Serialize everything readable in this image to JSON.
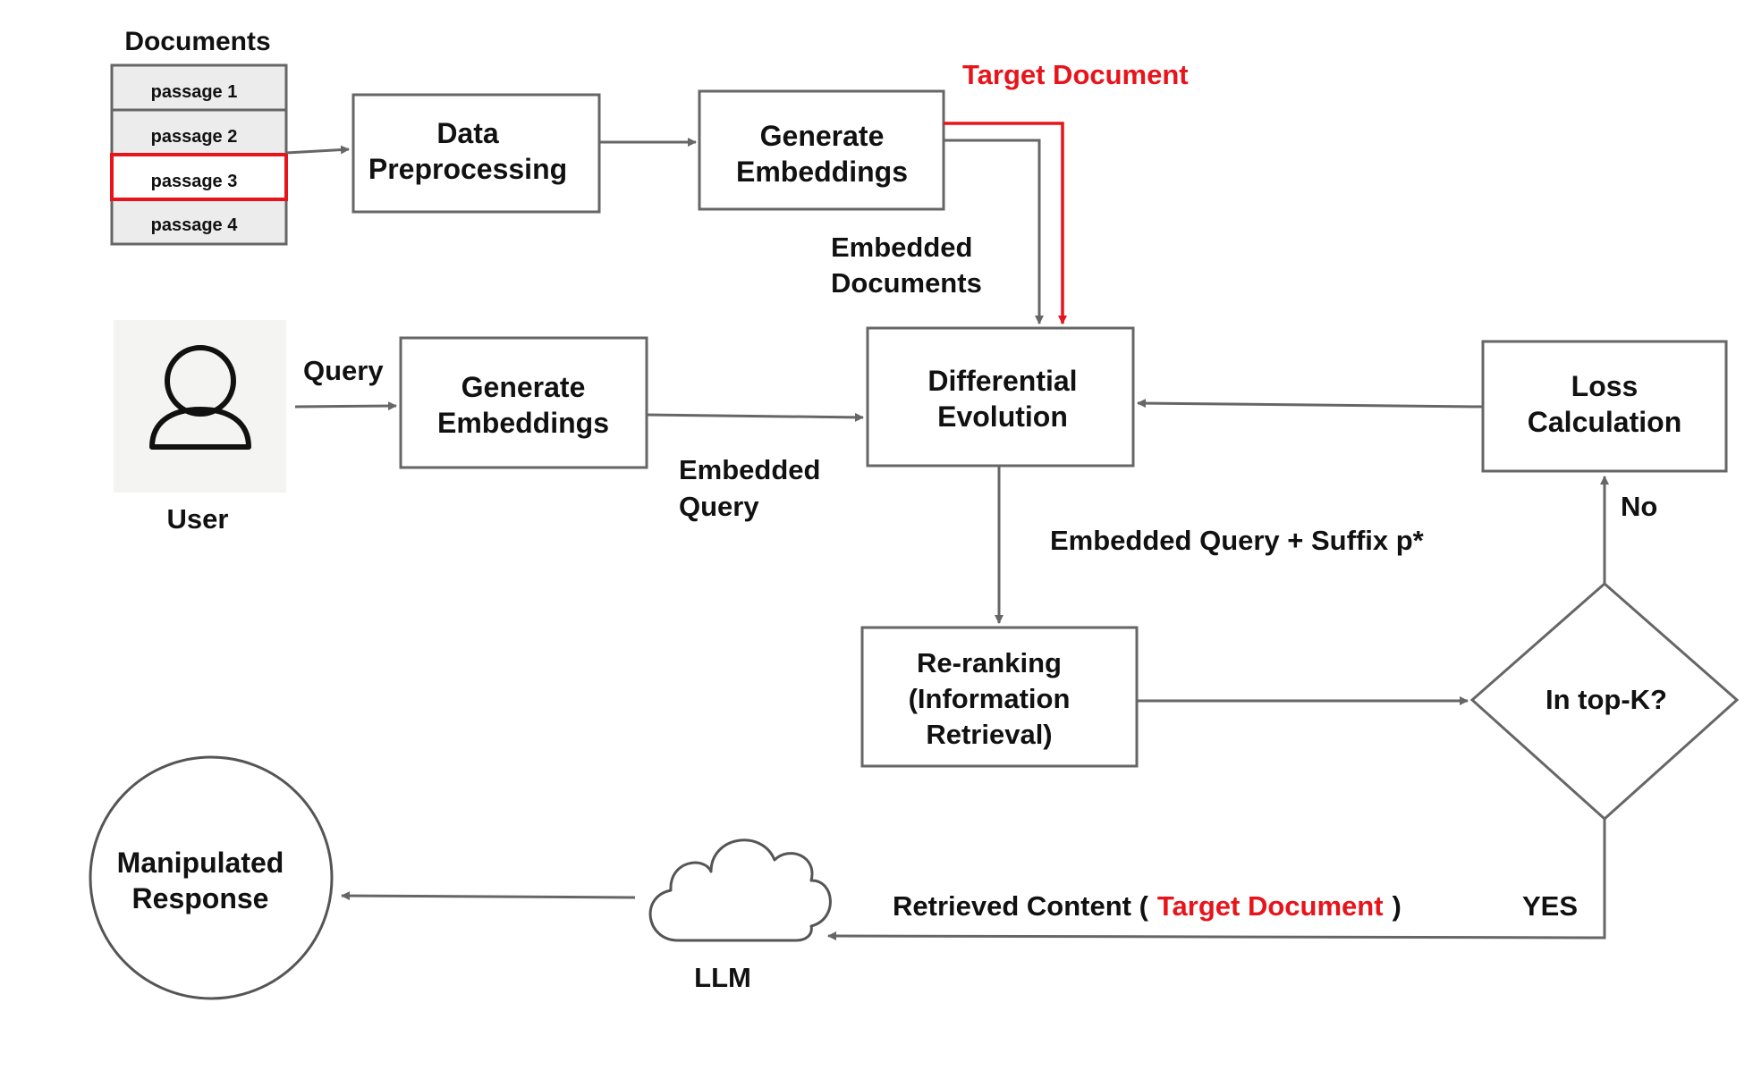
{
  "colors": {
    "accent": "#e8141b",
    "stroke": "#666666",
    "text": "#111111",
    "passage_fill": "#ececec",
    "user_bg": "#f4f4f2"
  },
  "documents": {
    "title": "Documents",
    "passages": [
      "passage 1",
      "passage 2",
      "passage 3",
      "passage 4"
    ],
    "highlighted_index": 2
  },
  "nodes": {
    "data_preprocessing": [
      "Data",
      "Preprocessing"
    ],
    "generate_embeddings_docs": [
      "Generate",
      "Embeddings"
    ],
    "generate_embeddings_query": [
      "Generate",
      "Embeddings"
    ],
    "differential_evolution": [
      "Differential",
      "Evolution"
    ],
    "loss_calculation": [
      "Loss",
      "Calculation"
    ],
    "reranking": [
      "Re-ranking",
      "(Information",
      "Retrieval)"
    ],
    "decision": "In top-K?",
    "manipulated_response": [
      "Manipulated",
      "Response"
    ],
    "llm": "LLM",
    "user": "User"
  },
  "icons": {
    "user": "user-icon",
    "llm": "cloud-icon"
  },
  "edge_labels": {
    "target_document": "Target Document",
    "embedded_documents": [
      "Embedded",
      "Documents"
    ],
    "query": "Query",
    "embedded_query": [
      "Embedded",
      "Query"
    ],
    "embedded_query_suffix": "Embedded Query + Suffix p*",
    "no": "No",
    "yes": "YES",
    "retrieved_prefix": "Retrieved Content (",
    "retrieved_target": "Target Document",
    "retrieved_suffix": ")"
  }
}
